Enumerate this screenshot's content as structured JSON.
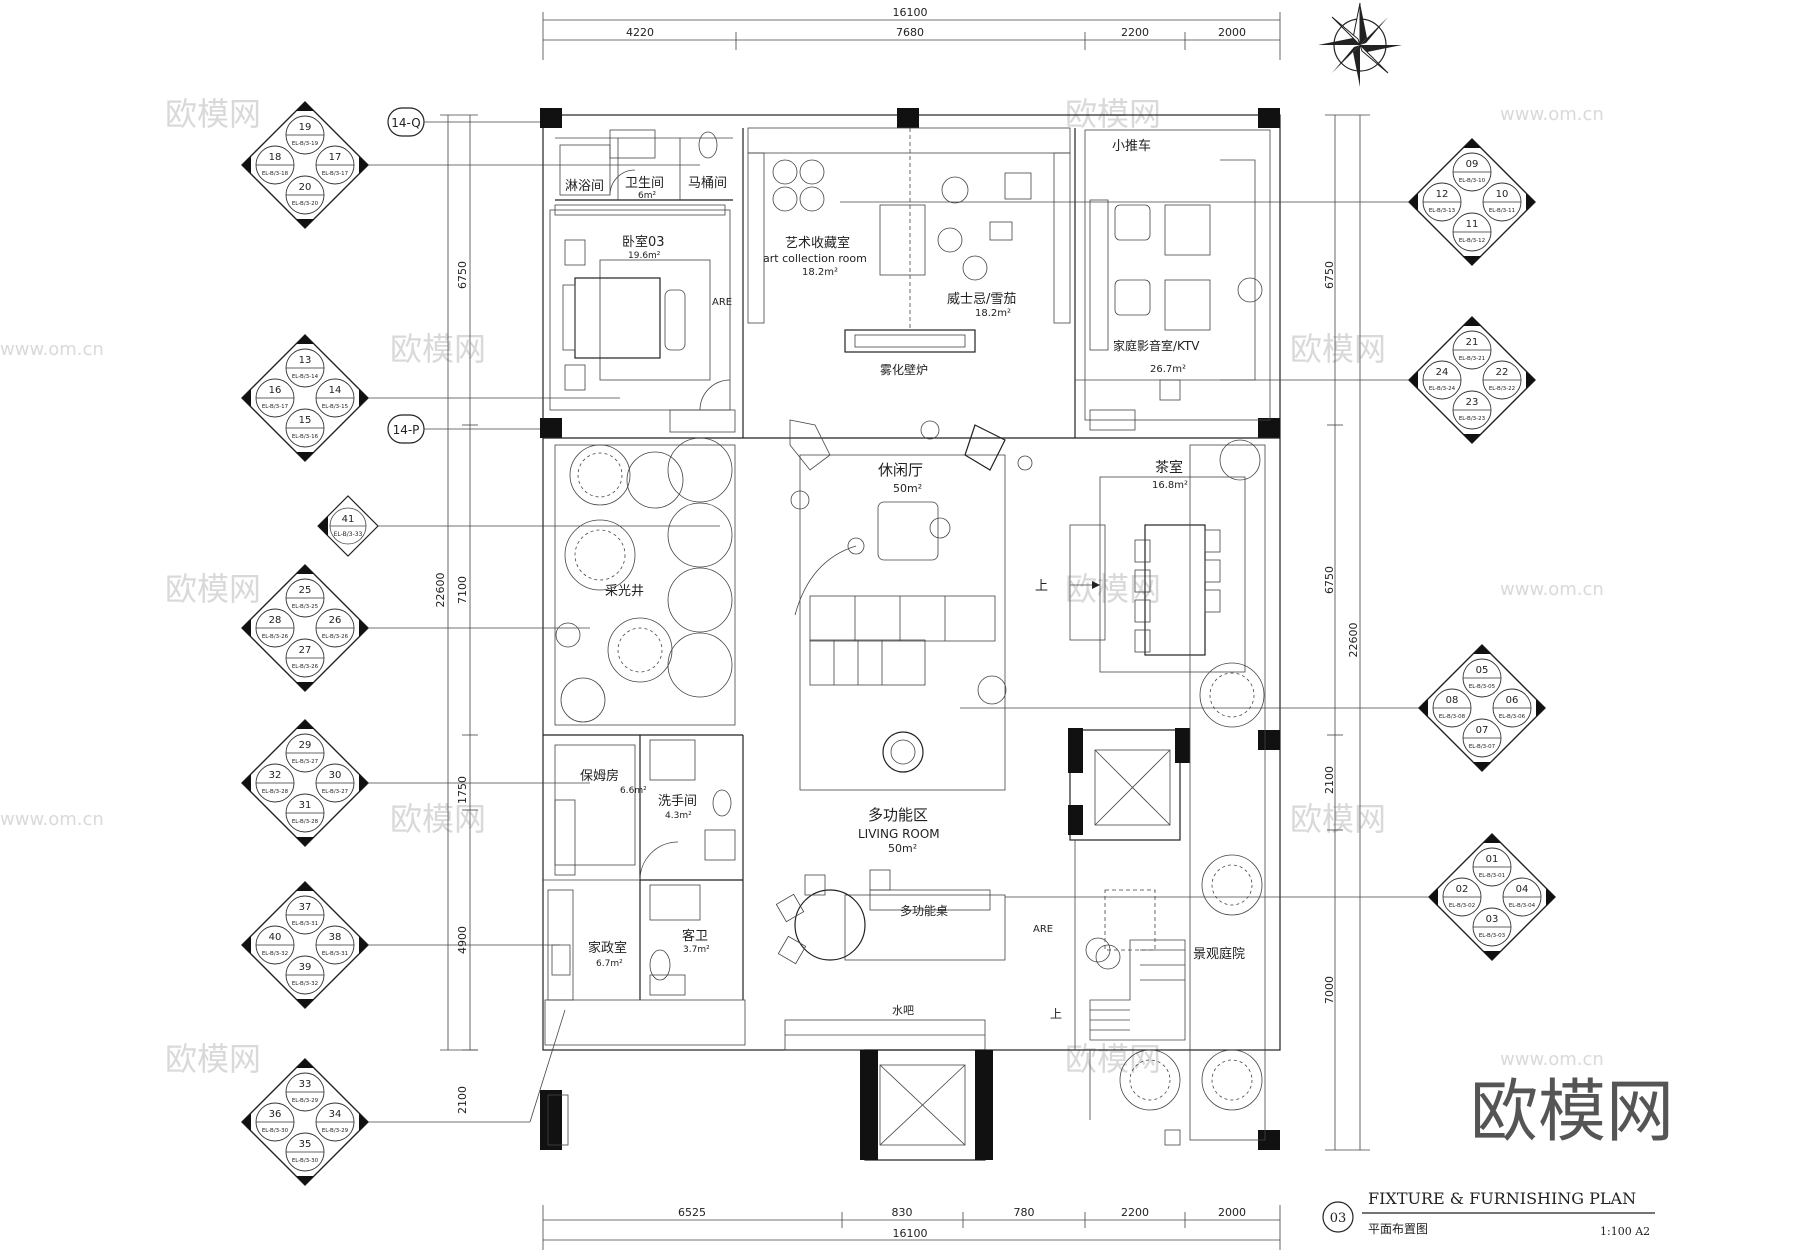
{
  "dimensions": {
    "top_total": "16100",
    "top_segments": [
      "4220",
      "7680",
      "2200",
      "2000"
    ],
    "bottom_total": "16100",
    "bottom_segments": [
      "6525",
      "830",
      "780",
      "2200",
      "2000"
    ],
    "left_total": "22600",
    "left_segments": [
      "6750",
      "7100",
      "1750",
      "4900",
      "2100"
    ],
    "right_total": "22600",
    "right_segments": [
      "6750",
      "6750",
      "2100",
      "7000"
    ]
  },
  "grid_labels": {
    "top": "14-Q",
    "middle": "14-P"
  },
  "rooms": {
    "shower": "淋浴间",
    "bathroom": "卫生间",
    "bathroom_area": "6m²",
    "toilet_room": "马桶间",
    "bedroom": "卧室03",
    "bedroom_area": "19.6m²",
    "are_left": "ARE",
    "art_room": "艺术收藏室",
    "art_room_en": "art collection room",
    "art_room_area": "18.2m²",
    "whisky": "威士忌/雪茄",
    "whisky_area": "18.2m²",
    "cart": "小推车",
    "theater": "家庭影音室/KTV",
    "theater_area": "26.7m²",
    "fireplace": "雾化壁炉",
    "lounge": "休闲厅",
    "lounge_area": "50m²",
    "tea": "茶室",
    "tea_area": "16.8m²",
    "up_tea": "上",
    "lightwell": "采光井",
    "nanny": "保姆房",
    "nanny_area": "6.6m²",
    "washroom": "洗手间",
    "washroom_area": "4.3m²",
    "living": "多功能区",
    "living_en": "LIVING ROOM",
    "living_area": "50m²",
    "guest_bath": "客卫",
    "guest_bath_area": "3.7m²",
    "laundry": "家政室",
    "laundry_area": "6.7m²",
    "multi_table": "多功能桌",
    "are_right": "ARE",
    "garden": "景观庭院",
    "bar": "水吧",
    "up_stair": "上"
  },
  "index_symbols": [
    {
      "t": "19",
      "l": "18",
      "r": "17",
      "b": "20",
      "tr": "EL-B/3-19",
      "lr": "EL-B/3-18",
      "rr": "EL-B/3-17",
      "br": "EL-B/3-20"
    },
    {
      "t": "13",
      "l": "16",
      "r": "14",
      "b": "15",
      "tr": "EL-B/3-14",
      "lr": "EL-B/3-17",
      "rr": "EL-B/3-15",
      "br": "EL-B/3-16"
    },
    {
      "t": "25",
      "l": "28",
      "r": "26",
      "b": "27",
      "tr": "EL-B/3-25",
      "lr": "EL-B/3-26",
      "rr": "EL-B/3-26",
      "br": "EL-B/3-26"
    },
    {
      "t": "29",
      "l": "32",
      "r": "30",
      "b": "31",
      "tr": "EL-B/3-27",
      "lr": "EL-B/3-28",
      "rr": "EL-B/3-27",
      "br": "EL-B/3-28"
    },
    {
      "t": "37",
      "l": "40",
      "r": "38",
      "b": "39",
      "tr": "EL-B/3-31",
      "lr": "EL-B/3-32",
      "rr": "EL-B/3-31",
      "br": "EL-B/3-32"
    },
    {
      "t": "33",
      "l": "36",
      "r": "34",
      "b": "35",
      "tr": "EL-B/3-29",
      "lr": "EL-B/3-30",
      "rr": "EL-B/3-29",
      "br": "EL-B/3-30"
    },
    {
      "t": "09",
      "l": "12",
      "r": "10",
      "b": "11",
      "tr": "EL-B/3-10",
      "lr": "EL-B/3-13",
      "rr": "EL-B/3-11",
      "br": "EL-B/3-12"
    },
    {
      "t": "21",
      "l": "24",
      "r": "22",
      "b": "23",
      "tr": "EL-B/3-21",
      "lr": "EL-B/3-24",
      "rr": "EL-B/3-22",
      "br": "EL-B/3-23"
    },
    {
      "t": "05",
      "l": "08",
      "r": "06",
      "b": "07",
      "tr": "EL-B/3-05",
      "lr": "EL-B/3-08",
      "rr": "EL-B/3-06",
      "br": "EL-B/3-07"
    },
    {
      "t": "01",
      "l": "02",
      "r": "04",
      "b": "03",
      "tr": "EL-B/3-01",
      "lr": "EL-B/3-02",
      "rr": "EL-B/3-04",
      "br": "EL-B/3-03"
    }
  ],
  "single_index": {
    "num": "41",
    "ref": "EL-B/3-33"
  },
  "title_block": {
    "num": "03",
    "title": "FIXTURE & FURNISHING PLAN",
    "subtitle": "平面布置图",
    "scale": "1:100 A2"
  },
  "watermark": {
    "text": "欧模网",
    "url": "www.om.cn"
  }
}
